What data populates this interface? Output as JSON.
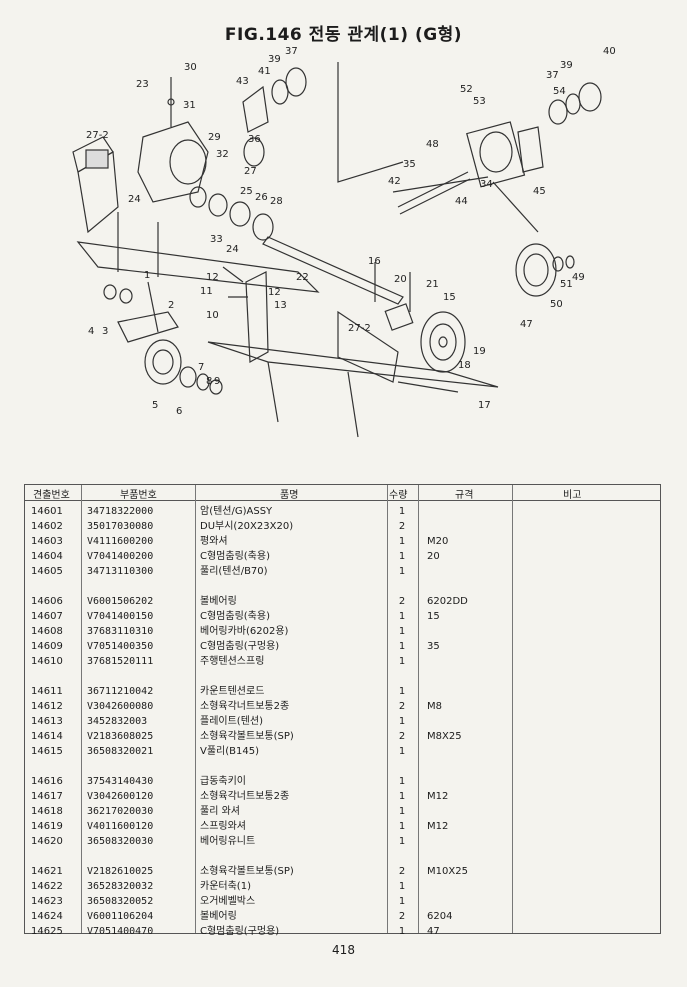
{
  "title": "FIG.146 전동 관계(1) (G형)",
  "diagram_labels": [
    "30",
    "39",
    "37",
    "40",
    "23",
    "43",
    "41",
    "31",
    "52",
    "53",
    "54",
    "37",
    "39",
    "27-2",
    "29",
    "32",
    "27",
    "36",
    "35",
    "42",
    "48",
    "34",
    "44",
    "45",
    "33",
    "25",
    "26",
    "28",
    "24",
    "24",
    "16",
    "20",
    "21",
    "12",
    "22",
    "50",
    "51",
    "49",
    "12",
    "11",
    "13",
    "47",
    "4",
    "3",
    "2",
    "1",
    "10",
    "27-2",
    "15",
    "19",
    "18",
    "17",
    "5",
    "6",
    "7",
    "8",
    "9"
  ],
  "table": {
    "headers": {
      "no": "견출번호",
      "part": "부품번호",
      "name": "품명",
      "qty": "수량",
      "spec": "규격",
      "remark": "비고"
    },
    "rows": [
      {
        "no": "14601",
        "part": "34718322000",
        "name": "암(텐션/G)ASSY",
        "qty": "1",
        "spec": ""
      },
      {
        "no": "14602",
        "part": "35017030080",
        "name": "DU부시(20X23X20)",
        "qty": "2",
        "spec": ""
      },
      {
        "no": "14603",
        "part": "V4111600200",
        "name": "평와셔",
        "qty": "1",
        "spec": "M20"
      },
      {
        "no": "14604",
        "part": "V7041400200",
        "name": "C형멈춤링(축용)",
        "qty": "1",
        "spec": "20"
      },
      {
        "no": "14605",
        "part": "34713110300",
        "name": "풀리(텐션/B70)",
        "qty": "1",
        "spec": ""
      },
      {
        "no": "14606",
        "part": "V6001506202",
        "name": "볼베어링",
        "qty": "2",
        "spec": "6202DD"
      },
      {
        "no": "14607",
        "part": "V7041400150",
        "name": "C형멈춤링(축용)",
        "qty": "1",
        "spec": "15"
      },
      {
        "no": "14608",
        "part": "37683110310",
        "name": "베어링카바(6202용)",
        "qty": "1",
        "spec": ""
      },
      {
        "no": "14609",
        "part": "V7051400350",
        "name": "C형멈춤링(구멍용)",
        "qty": "1",
        "spec": "35"
      },
      {
        "no": "14610",
        "part": "37681520111",
        "name": "주행텐션스프링",
        "qty": "1",
        "spec": ""
      },
      {
        "no": "14611",
        "part": "36711210042",
        "name": "카운트텐션로드",
        "qty": "1",
        "spec": ""
      },
      {
        "no": "14612",
        "part": "V3042600080",
        "name": "소형육각너트보통2종",
        "qty": "2",
        "spec": "M8"
      },
      {
        "no": "14613",
        "part": "3452832003",
        "name": "플레이트(텐션)",
        "qty": "1",
        "spec": ""
      },
      {
        "no": "14614",
        "part": "V2183608025",
        "name": "소형육각볼트보통(SP)",
        "qty": "2",
        "spec": "M8X25"
      },
      {
        "no": "14615",
        "part": "36508320021",
        "name": "V풀리(B145)",
        "qty": "1",
        "spec": ""
      },
      {
        "no": "14616",
        "part": "37543140430",
        "name": "급동축키이",
        "qty": "1",
        "spec": ""
      },
      {
        "no": "14617",
        "part": "V3042600120",
        "name": "소형육각너트보통2종",
        "qty": "1",
        "spec": "M12"
      },
      {
        "no": "14618",
        "part": "36217020030",
        "name": "풀리 와셔",
        "qty": "1",
        "spec": ""
      },
      {
        "no": "14619",
        "part": "V4011600120",
        "name": "스프링와셔",
        "qty": "1",
        "spec": "M12"
      },
      {
        "no": "14620",
        "part": "36508320030",
        "name": "베어링유니트",
        "qty": "1",
        "spec": ""
      },
      {
        "no": "14621",
        "part": "V2182610025",
        "name": "소형육각볼트보통(SP)",
        "qty": "2",
        "spec": "M10X25"
      },
      {
        "no": "14622",
        "part": "36528320032",
        "name": "카운터축(1)",
        "qty": "1",
        "spec": ""
      },
      {
        "no": "14623",
        "part": "36508320052",
        "name": "오거베벨박스",
        "qty": "1",
        "spec": ""
      },
      {
        "no": "14624",
        "part": "V6001106204",
        "name": "볼베어링",
        "qty": "2",
        "spec": "6204"
      },
      {
        "no": "14625",
        "part": "V7051400470",
        "name": "C형멈춤링(구멍용)",
        "qty": "1",
        "spec": "47"
      }
    ]
  },
  "page_number": "418"
}
